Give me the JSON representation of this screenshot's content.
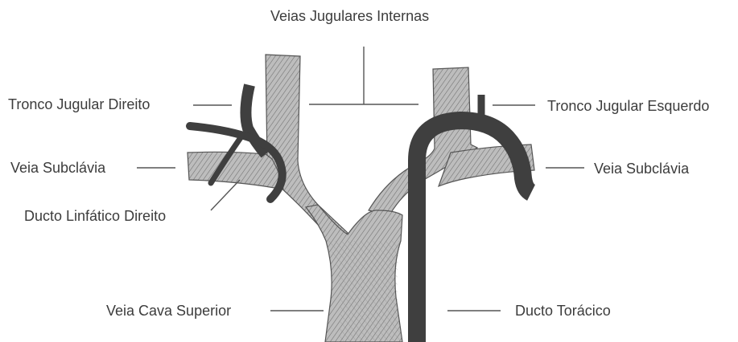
{
  "labels": {
    "internal_jugular_veins": "Veias Jugulares Internas",
    "right_jugular_trunk": "Tronco Jugular Direito",
    "left_jugular_trunk": "Tronco Jugular Esquerdo",
    "right_subclavian_vein": "Veia Subclávia",
    "left_subclavian_vein": "Veia Subclávia",
    "right_lymphatic_duct": "Ducto Linfático Direito",
    "superior_vena_cava": "Veia Cava Superior",
    "thoracic_duct": "Ducto Torácico"
  },
  "colors": {
    "vein": "#b9b9b9",
    "vein_hatch": "#6a6a6a",
    "vein_outline": "#5a5a5a",
    "duct": "#3f3f3f",
    "leader_line": "#555555",
    "text": "#3c3c3c"
  }
}
